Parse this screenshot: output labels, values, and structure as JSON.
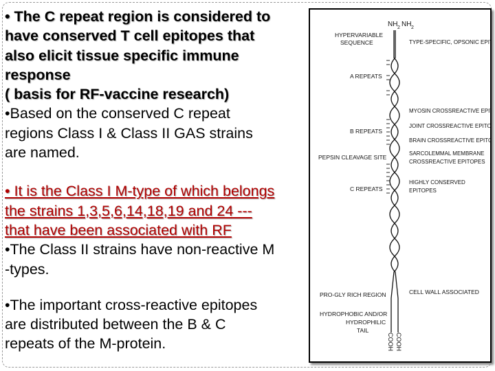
{
  "bullets": {
    "b1_lines": [
      "• The C repeat region is considered to",
      "have conserved T cell epitopes that",
      "also elicit tissue specific immune",
      "response",
      "( basis for RF-vaccine research)"
    ],
    "b2_lines": [
      "•Based on the conserved C repeat",
      "regions Class I & Class II GAS strains",
      "are named."
    ],
    "b3_lines": [
      "• It is the Class I M-type of which belongs",
      "the strains 1,3,5,6,14,18,19 and 24 ---",
      "that have been associated with RF"
    ],
    "b4_lines": [
      "•The Class II strains have non-reactive M",
      "-types."
    ],
    "b5_lines": [
      "•The important cross-reactive epitopes",
      "are distributed between the B & C",
      "repeats of the M-protein."
    ]
  },
  "figure": {
    "nh2_left": "NH",
    "nh2_sub_left": "2",
    "nh2_right": "NH",
    "nh2_sub_right": "2",
    "left_labels": {
      "hypervariable_1": "HYPERVARIABLE",
      "hypervariable_2": "SEQUENCE",
      "a_repeats": "A REPEATS",
      "b_repeats": "B REPEATS",
      "pepsin": "PEPSIN CLEAVAGE SITE",
      "c_repeats": "C REPEATS",
      "pro_gly": "PRO-GLY RICH REGION",
      "hydrophobic": "HYDROPHOBIC AND/OR",
      "hydrophilic": "HYDROPHILIC",
      "tail": "TAIL"
    },
    "right_labels": {
      "type_specific": "TYPE-SPECIFIC, OPSONIC EPITOPES",
      "myosin": "MYOSIN CROSSREACTIVE EPITOPES",
      "joint": "JOINT CROSSREACTIVE EPITOPE",
      "brain": "BRAIN CROSSREACTIVE EPITOPE",
      "sarcolemmal": "SARCOLEMMAL MEMBRANE",
      "sarcolemmal_2": "CROSSREACTIVE EPITOPES",
      "highly_conserved": "HIGHLY CONSERVED",
      "epitopes": "EPITOPES",
      "cell_wall": "CELL WALL ASSOCIATED"
    },
    "cooh_left": "COOH",
    "cooh_right": "COOH"
  }
}
